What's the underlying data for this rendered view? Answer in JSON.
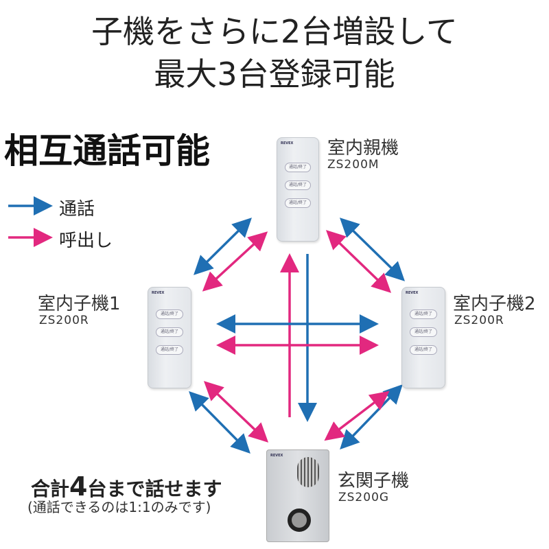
{
  "headline": {
    "line1": "子機をさらに2台増設して",
    "line2": "最大3台登録可能"
  },
  "feature": "相互通話可能",
  "legend": [
    {
      "label": "通話",
      "color": "#1f6fb3"
    },
    {
      "label": "呼出し",
      "color": "#e2287f"
    }
  ],
  "devices": {
    "parent": {
      "name": "室内親機",
      "model": "ZS200M"
    },
    "child1": {
      "name": "室内子機1",
      "model": "ZS200R"
    },
    "child2": {
      "name": "室内子機2",
      "model": "ZS200R"
    },
    "door": {
      "name": "玄関子機",
      "model": "ZS200G"
    }
  },
  "device_button_label": "通話/終了",
  "note": {
    "prefix": "合計",
    "count": "4",
    "suffix": "台まで話せます",
    "sub": "(通話できるのは1:1のみです)"
  }
}
